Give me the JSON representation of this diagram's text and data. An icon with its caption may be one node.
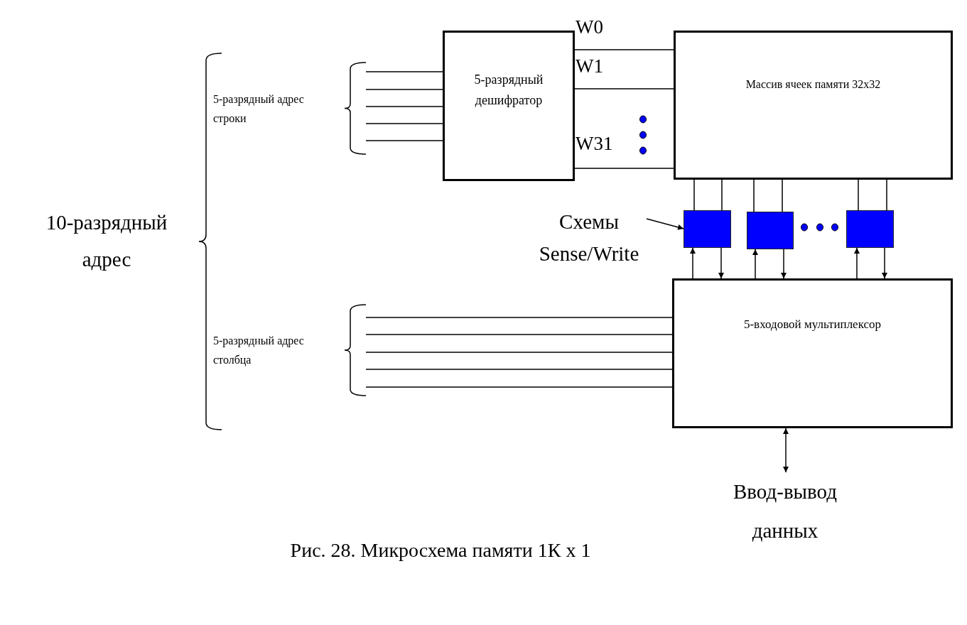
{
  "diagram": {
    "caption": "Рис. 28. Микросхема памяти 1К x 1",
    "nodes": [
      {
        "text": [
          "5-разрядный дешифратор"
        ]
      },
      {
        "text": [
          "Массив ячеек памяти 32x32"
        ]
      },
      {
        "text": [],
        "shape": "box"
      },
      {
        "text": [],
        "shape": "box"
      },
      {
        "text": [],
        "shape": "box"
      },
      {
        "text": [
          "5-входовой мультиплексор"
        ]
      },
      {
        "text": [
          "Ввод-вывод данных"
        ]
      },
      {
        "text": [
          "Схемы Sense/Write"
        ]
      },
      {
        "text": [],
        "shape": "bracket"
      },
      {
        "text": [],
        "shape": "bracket"
      }
    ],
    "edges": [
      {
        "from": 8,
        "to": 0,
        "arrow": "none"
      },
      {
        "from": 8,
        "to": 0,
        "arrow": "none"
      },
      {
        "from": 8,
        "to": 0,
        "arrow": "none"
      },
      {
        "from": 8,
        "to": 0,
        "arrow": "none"
      },
      {
        "from": 8,
        "to": 0,
        "arrow": "none"
      },
      {
        "from": 0,
        "to": 1,
        "arrow": "none",
        "label": "W0"
      },
      {
        "from": 0,
        "to": 1,
        "arrow": "none",
        "label": "W1"
      },
      {
        "from": 0,
        "to": 1,
        "arrow": "none",
        "label": "W31"
      },
      {
        "from": 1,
        "to": 2,
        "arrow": "none"
      },
      {
        "from": 1,
        "to": 2,
        "arrow": "none"
      },
      {
        "from": 5,
        "to": 2,
        "arrow": "to"
      },
      {
        "from": 2,
        "to": 5,
        "arrow": "to"
      },
      {
        "from": 1,
        "to": 3,
        "arrow": "none"
      },
      {
        "from": 1,
        "to": 3,
        "arrow": "none"
      },
      {
        "from": 5,
        "to": 3,
        "arrow": "to"
      },
      {
        "from": 3,
        "to": 5,
        "arrow": "to"
      },
      {
        "from": 1,
        "to": 4,
        "arrow": "none"
      },
      {
        "from": 1,
        "to": 4,
        "arrow": "none"
      },
      {
        "from": 5,
        "to": 4,
        "arrow": "to"
      },
      {
        "from": 4,
        "to": 5,
        "arrow": "to"
      },
      {
        "from": 7,
        "to": 2,
        "arrow": "to"
      },
      {
        "from": 9,
        "to": 5,
        "arrow": "none"
      },
      {
        "from": 9,
        "to": 5,
        "arrow": "none"
      },
      {
        "from": 9,
        "to": 5,
        "arrow": "none"
      },
      {
        "from": 9,
        "to": 5,
        "arrow": "none"
      },
      {
        "from": 9,
        "to": 5,
        "arrow": "none"
      },
      {
        "from": 5,
        "to": 6,
        "arrow": "both"
      }
    ],
    "labels": [
      "10-разрядный адрес",
      "5-разрядный адрес строки",
      "5-разрядный адрес столбца"
    ]
  }
}
